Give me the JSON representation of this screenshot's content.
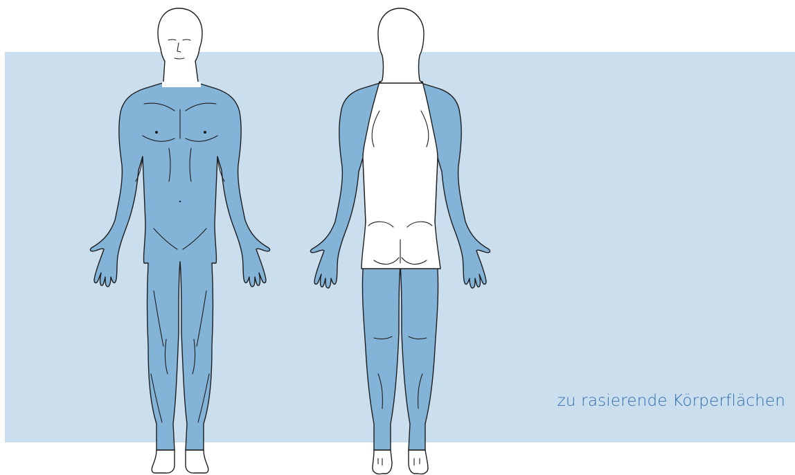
{
  "caption": "zu rasierende Körperflächen",
  "colors": {
    "panel_background": "#cbdeed",
    "shave_area": "#84b3d8",
    "unshaved_skin": "#ffffff",
    "outline": "#1d1d1d",
    "caption_text": "#2f6db0"
  },
  "figures": [
    {
      "view": "front",
      "shaved_regions": [
        "chest",
        "abdomen",
        "shoulders",
        "arms",
        "hands",
        "legs"
      ],
      "unshaved_regions": [
        "head",
        "neck",
        "feet"
      ]
    },
    {
      "view": "back",
      "shaved_regions": [
        "arms",
        "hands",
        "legs"
      ],
      "unshaved_regions": [
        "head",
        "neck",
        "back",
        "buttocks",
        "feet"
      ]
    }
  ]
}
